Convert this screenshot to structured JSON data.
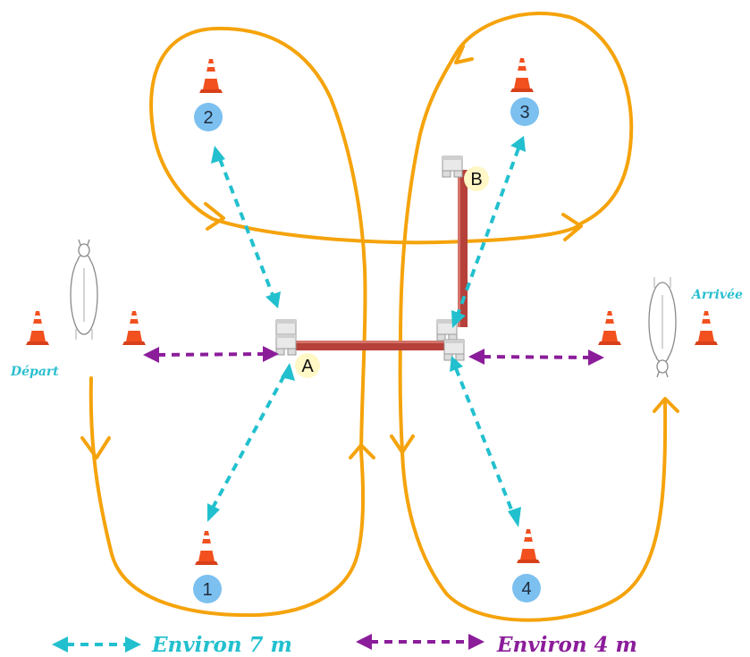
{
  "labels": {
    "start": "Départ",
    "finish": "Arrivée",
    "point_a": "A",
    "point_b": "B"
  },
  "cones": [
    {
      "id": "1"
    },
    {
      "id": "2"
    },
    {
      "id": "3"
    },
    {
      "id": "4"
    }
  ],
  "legend": {
    "cyan_text": "Environ 7 m",
    "purple_text": "Environ 4 m"
  },
  "colors": {
    "path": "#F5A30C",
    "cyan": "#22C0CE",
    "purple": "#8B1D9A",
    "badge": "#7CC0F0",
    "pole": "#B5413A",
    "cone": "#F2501E",
    "label_cyan": "#29BFD0"
  }
}
